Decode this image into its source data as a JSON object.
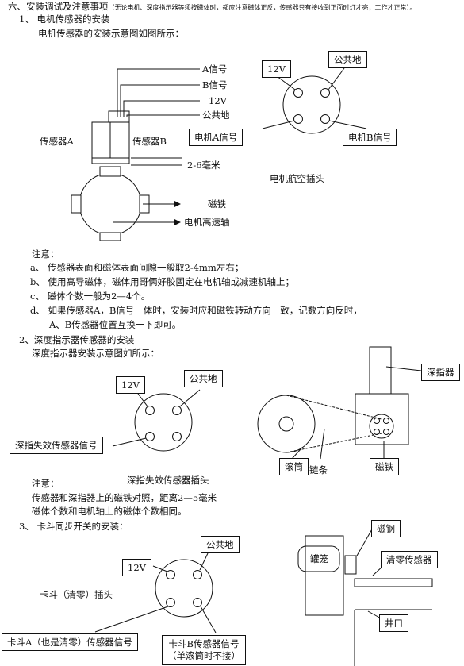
{
  "sec6": {
    "title": "六、安装调试及注意事项",
    "title_note": "（无论电机、深度指示器等须按磁体时，都应注意磁体正反，传感器只有接收到正面时灯才亮，工作才正常）。"
  },
  "s1": {
    "heading": "1、   电机传感器的安装",
    "intro": "电机传感器的安装示意图如图所示：",
    "sig_a": "A信号",
    "sig_b": "B信号",
    "v12": "12V",
    "gnd": "公共地",
    "sensor_a": "传感器A",
    "sensor_b": "传感器B",
    "gap": "2-6毫米",
    "magnet": "磁铁",
    "shaft": "电机高速轴",
    "plug_12v": "12V",
    "plug_gnd": "公共地",
    "plug_a": "电机A信号",
    "plug_b": "电机B信号",
    "plug_name": "电机航空插头",
    "note_title": "注意：",
    "notes": [
      "a、    传感器表面和磁体表面间隙一般取2-4mm左右；",
      "b、    使用高导磁体，磁体用哥俩好胶固定在电机轴或减速机轴上；",
      "c、    磁体个数一般为2—4个。",
      "d、    如果传感器A，B信号一体时，安装时应和磁铁转动方向一致，记数方向反时，",
      "A、B传感器位置互换一下即可。"
    ]
  },
  "s2": {
    "heading": "2、深度指示器传感器的安装",
    "intro": "深度指示器安装示意图如所示：",
    "plug_12v": "12V",
    "plug_gnd": "公共地",
    "plug_sig": "深指失效传感器信号",
    "plug_name": "深指失效传感器插头",
    "depth": "深指器",
    "drum": "滚筒",
    "chain": "链条",
    "magnet": "磁铁",
    "note_title": "注意：",
    "notes": [
      "传感器和深指器上的磁铁对照，距离2—5毫米",
      "磁体个数和电机轴上的磁体个数相同。"
    ]
  },
  "s3": {
    "heading": "3、  卡斗同步开关的安装：",
    "plug_gnd": "公共地",
    "plug_12v": "12V",
    "plug_name": "卡斗（清零）插头",
    "plug_a": "卡斗A（也是清零）传感器信号",
    "plug_b": "卡斗B传感器信号",
    "plug_b2": "（单滚筒时不接）",
    "steel": "磁钢",
    "cage": "罐笼",
    "zero": "清零传感器",
    "well": "井口"
  }
}
